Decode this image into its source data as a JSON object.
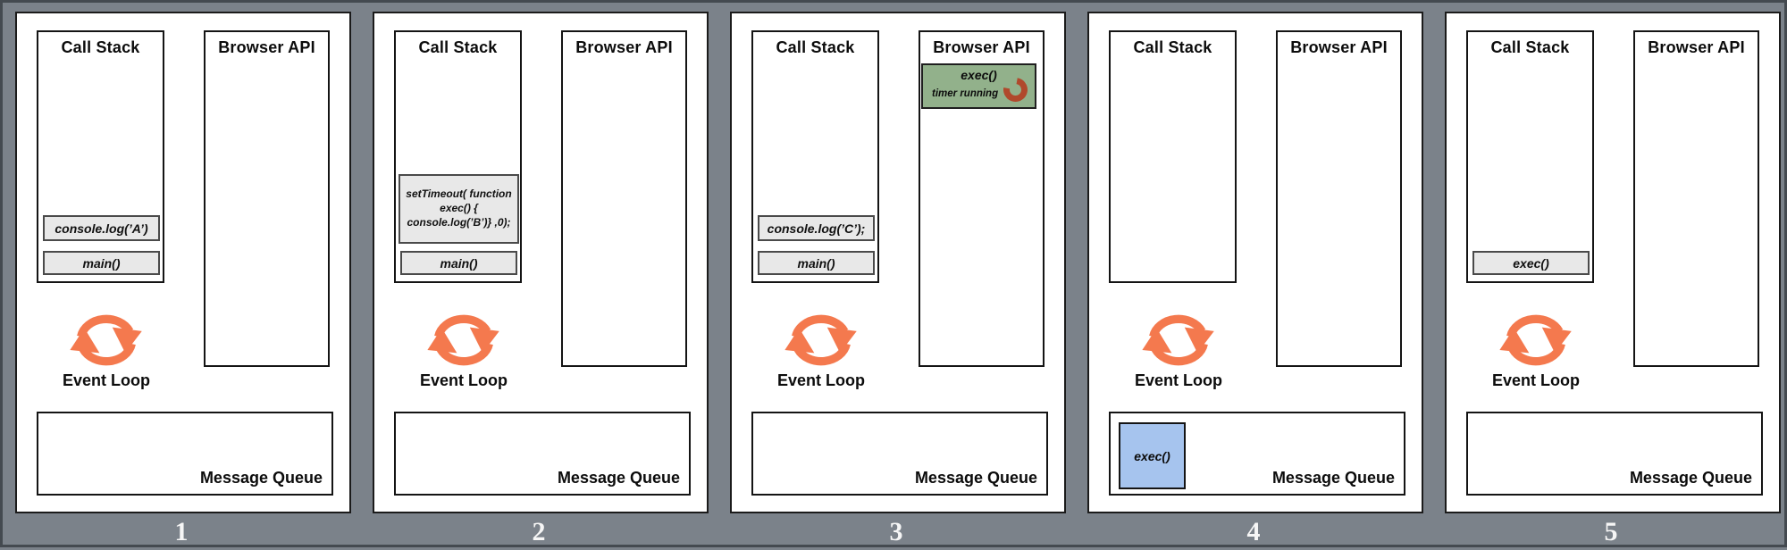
{
  "labels": {
    "call_stack": "Call Stack",
    "browser_api": "Browser API",
    "event_loop": "Event Loop",
    "message_queue": "Message Queue"
  },
  "colors": {
    "background_gray": "#7b828a",
    "event_loop_orange": "#f4794e",
    "spinner_red": "#b0492c",
    "task_green": "#92b18b",
    "task_blue": "#a6c4ee",
    "stack_item_gray": "#e8e8e8"
  },
  "icons": {
    "event_loop": "circular-arrows-icon",
    "timer": "spinner-arc-icon"
  },
  "panels": [
    {
      "number": "1",
      "call_stack_items": [
        "console.log(’A’)",
        "main()"
      ]
    },
    {
      "number": "2",
      "settimeout_lines": [
        "setTimeout( function",
        "exec() {",
        "console.log(’B’)} ,0);"
      ],
      "call_stack_items": [
        "main()"
      ]
    },
    {
      "number": "3",
      "call_stack_items": [
        "console.log(’C’);",
        "main()"
      ],
      "browser_task": {
        "title": "exec()",
        "status": "timer running"
      }
    },
    {
      "number": "4",
      "queue_task": "exec()"
    },
    {
      "number": "5",
      "call_stack_items": [
        "exec()"
      ]
    }
  ]
}
